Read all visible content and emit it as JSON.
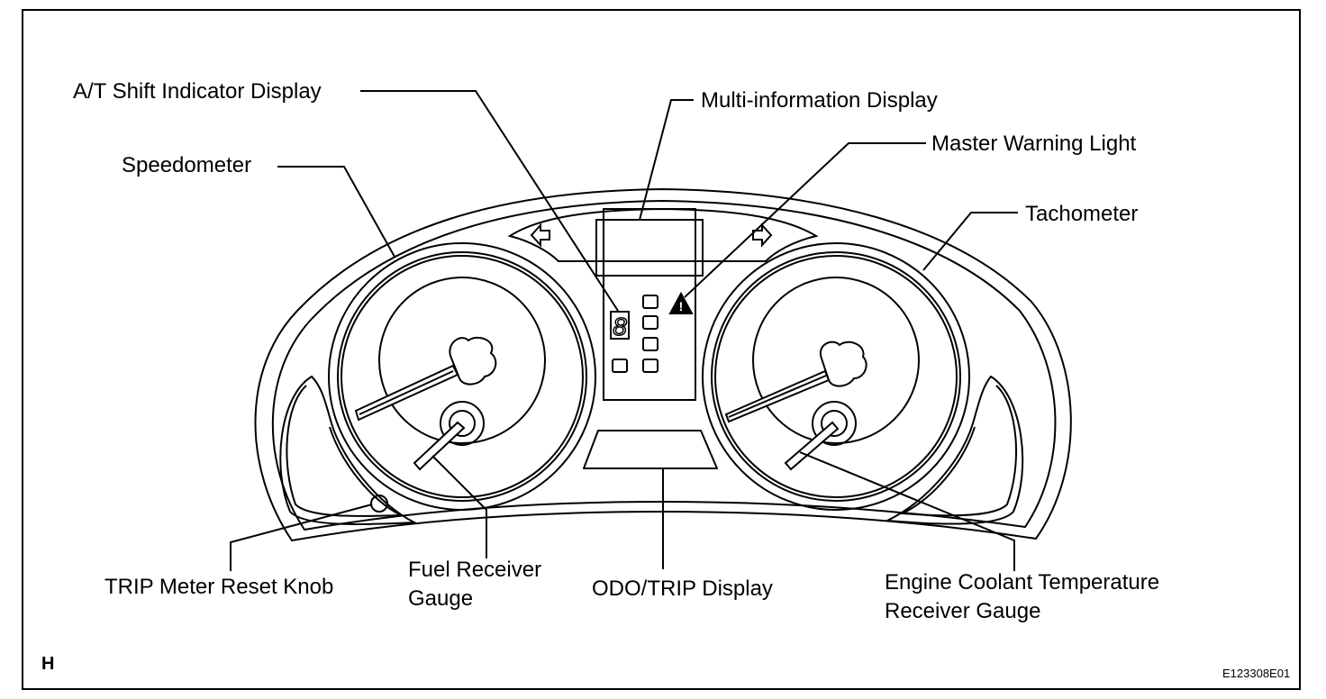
{
  "labels": {
    "at_shift": "A/T Shift Indicator Display",
    "multi_info": "Multi-information Display",
    "master_warning": "Master Warning Light",
    "speedometer": "Speedometer",
    "tachometer": "Tachometer",
    "trip_reset": "TRIP Meter Reset Knob",
    "fuel_gauge": "Fuel Receiver\nGauge",
    "odo_trip": "ODO/TRIP Display",
    "coolant_gauge": "Engine Coolant Temperature\nReceiver Gauge"
  },
  "corner_mark": "H",
  "figure_id": "E123308E01",
  "shift_digit": "8"
}
